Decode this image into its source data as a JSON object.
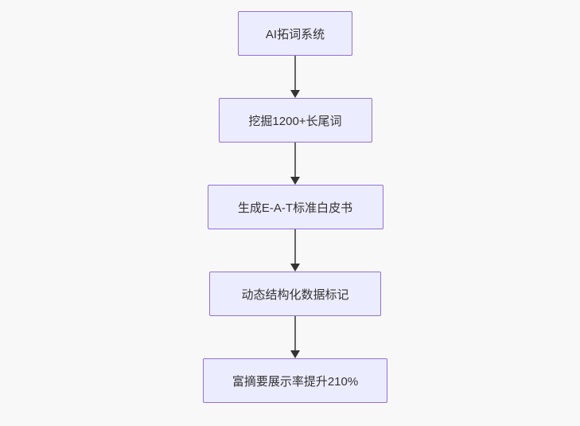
{
  "diagram": {
    "type": "flowchart",
    "direction": "top-down",
    "nodes": [
      {
        "id": "n0",
        "label": "AI拓词系统"
      },
      {
        "id": "n1",
        "label": "挖掘1200+长尾词"
      },
      {
        "id": "n2",
        "label": "生成E-A-T标准白皮书"
      },
      {
        "id": "n3",
        "label": "动态结构化数据标记"
      },
      {
        "id": "n4",
        "label": "富摘要展示率提升210%"
      }
    ],
    "edges": [
      {
        "from": "n0",
        "to": "n1"
      },
      {
        "from": "n1",
        "to": "n2"
      },
      {
        "from": "n2",
        "to": "n3"
      },
      {
        "from": "n3",
        "to": "n4"
      }
    ],
    "colors": {
      "node_fill": "#ECECFF",
      "node_border": "#9370DB",
      "node_text": "#333333",
      "edge_line": "#666666",
      "arrowhead": "#333333",
      "background": "#F8F8F8"
    }
  }
}
